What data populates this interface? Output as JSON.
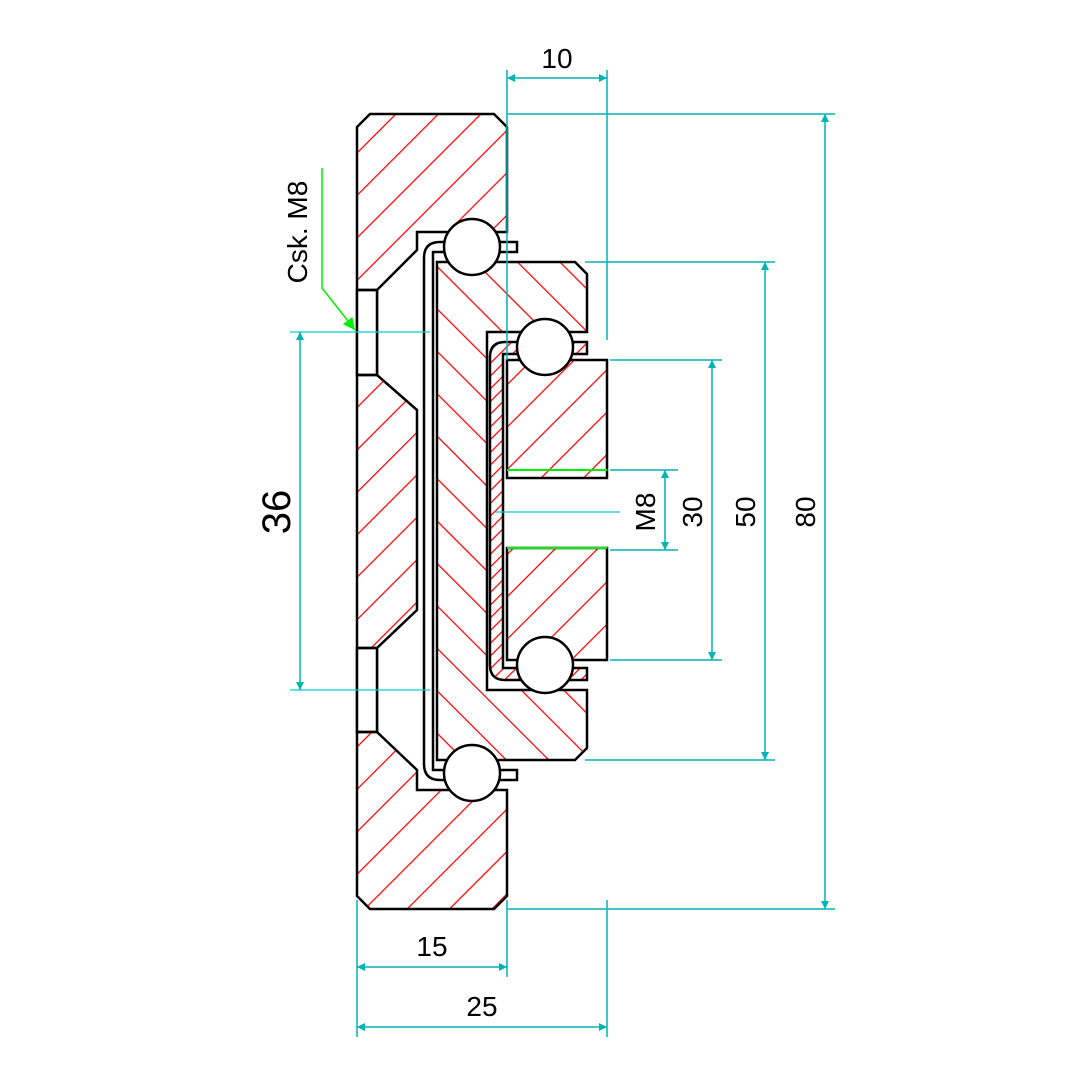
{
  "drawing": {
    "colors": {
      "outline": "#000000",
      "hatch": "#ff0000",
      "dimension": "#00b3b3",
      "callout": "#00ee00"
    },
    "dimensions": {
      "top_width": "10",
      "total_height": "80",
      "middle_height": "50",
      "inner_height": "30",
      "thread": "M8",
      "hole_spacing": "36",
      "outer_width": "15",
      "total_width": "25"
    },
    "callout": "Csk. M8"
  }
}
